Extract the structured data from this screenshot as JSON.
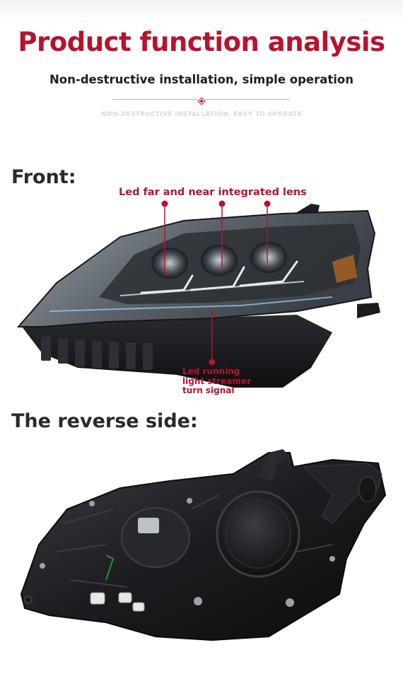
{
  "header": {
    "title": "Product function analysis",
    "subtitle": "Non-destructive installation, simple operation",
    "caption": "NON-DESTRUCTIVE INSTALLATION, EASY TO OPERATE"
  },
  "front": {
    "label": "Front:",
    "lens_callout": "Led far and near integrated lens",
    "drl_callout": [
      "Led running",
      "light streamer",
      "turn signal"
    ]
  },
  "reverse": {
    "label": "The reverse side:"
  },
  "colors": {
    "accent": "#b5142f",
    "housing": "#1c1d20",
    "lens_gray": "#6f7780"
  }
}
